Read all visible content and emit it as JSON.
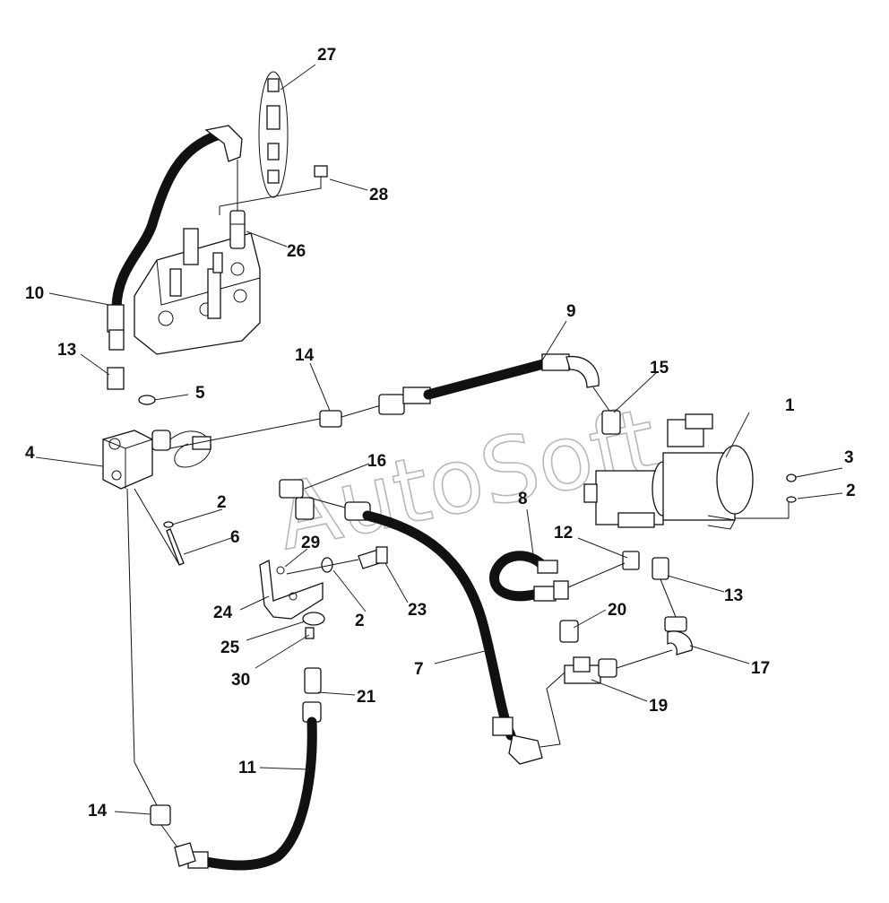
{
  "watermark": "AutoSoft",
  "callouts": [
    {
      "id": "c1",
      "text": "1"
    },
    {
      "id": "c2a",
      "text": "2"
    },
    {
      "id": "c2b",
      "text": "2"
    },
    {
      "id": "c2c",
      "text": "2"
    },
    {
      "id": "c3",
      "text": "3"
    },
    {
      "id": "c4",
      "text": "4"
    },
    {
      "id": "c5",
      "text": "5"
    },
    {
      "id": "c6",
      "text": "6"
    },
    {
      "id": "c7",
      "text": "7"
    },
    {
      "id": "c8",
      "text": "8"
    },
    {
      "id": "c9",
      "text": "9"
    },
    {
      "id": "c10",
      "text": "10"
    },
    {
      "id": "c11",
      "text": "11"
    },
    {
      "id": "c12",
      "text": "12"
    },
    {
      "id": "c13a",
      "text": "13"
    },
    {
      "id": "c13b",
      "text": "13"
    },
    {
      "id": "c14a",
      "text": "14"
    },
    {
      "id": "c14b",
      "text": "14"
    },
    {
      "id": "c15",
      "text": "15"
    },
    {
      "id": "c16",
      "text": "16"
    },
    {
      "id": "c17",
      "text": "17"
    },
    {
      "id": "c19",
      "text": "19"
    },
    {
      "id": "c20",
      "text": "20"
    },
    {
      "id": "c21",
      "text": "21"
    },
    {
      "id": "c23",
      "text": "23"
    },
    {
      "id": "c24",
      "text": "24"
    },
    {
      "id": "c25",
      "text": "25"
    },
    {
      "id": "c26",
      "text": "26"
    },
    {
      "id": "c27",
      "text": "27"
    },
    {
      "id": "c28",
      "text": "28"
    },
    {
      "id": "c29",
      "text": "29"
    },
    {
      "id": "c30",
      "text": "30"
    }
  ]
}
